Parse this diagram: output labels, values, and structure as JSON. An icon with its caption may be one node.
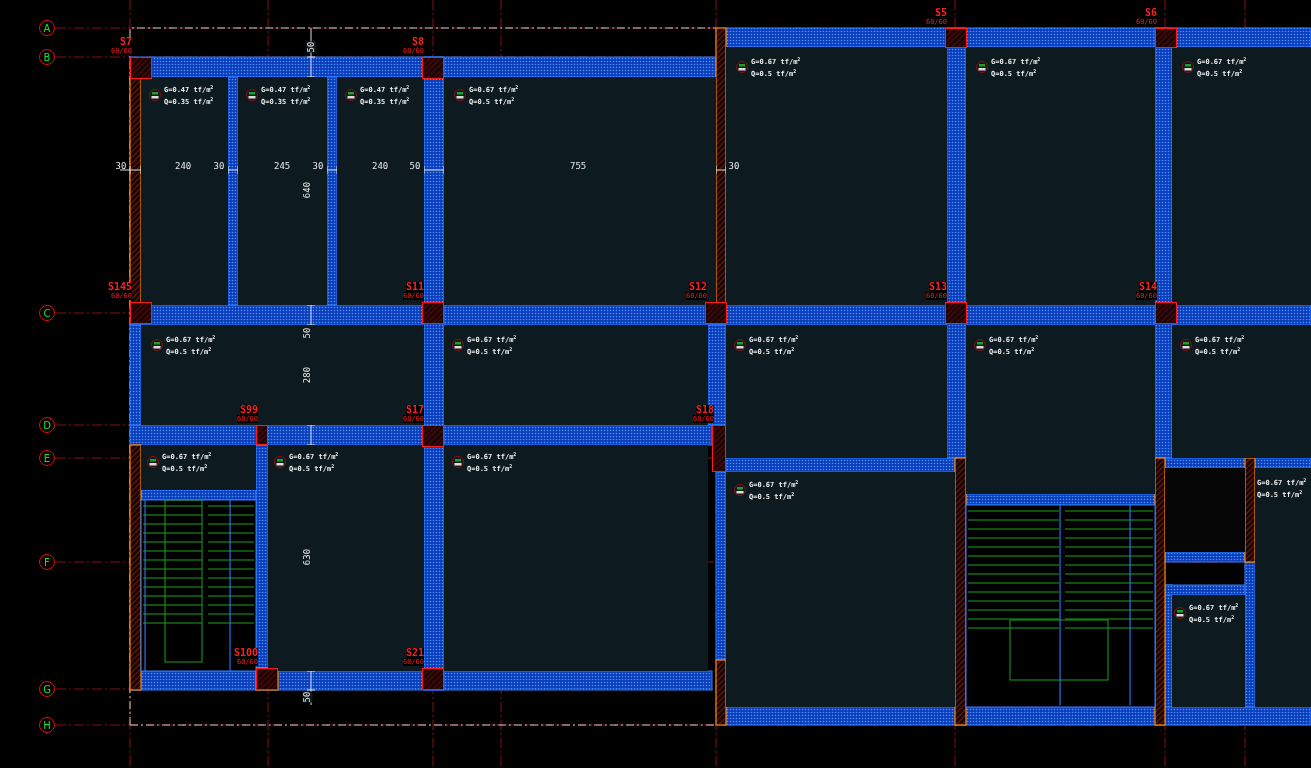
{
  "diagram": {
    "nodes": [
      {
        "text": [
          "A"
        ]
      },
      {
        "text": [
          "B"
        ]
      },
      {
        "text": [
          "C"
        ]
      },
      {
        "text": [
          "D"
        ]
      },
      {
        "text": [
          "E"
        ]
      },
      {
        "text": [
          "F"
        ]
      },
      {
        "text": [
          "G"
        ]
      },
      {
        "text": [
          "H"
        ]
      },
      {
        "text": [],
        "shape": "box",
        "beside": [
          "S5",
          "60/60"
        ]
      },
      {
        "text": [],
        "shape": "box",
        "beside": [
          "S6",
          "60/60"
        ]
      },
      {
        "text": [],
        "shape": "box",
        "beside": [
          "S7",
          "60/60"
        ]
      },
      {
        "text": [],
        "shape": "box",
        "beside": [
          "S8",
          "60/60"
        ]
      },
      {
        "text": [],
        "shape": "box",
        "beside": [
          "S145",
          "60/60"
        ]
      },
      {
        "text": [],
        "shape": "box",
        "beside": [
          "S11",
          "60/60"
        ]
      },
      {
        "text": [],
        "shape": "box",
        "beside": [
          "S12",
          "60/60"
        ]
      },
      {
        "text": [],
        "shape": "box",
        "beside": [
          "S13",
          "60/60"
        ]
      },
      {
        "text": [],
        "shape": "box",
        "beside": [
          "S14",
          "60/60"
        ]
      },
      {
        "text": [],
        "shape": "box",
        "beside": [
          "S99",
          "60/60"
        ]
      },
      {
        "text": [],
        "shape": "box",
        "beside": [
          "S17",
          "60/60"
        ]
      },
      {
        "text": [],
        "shape": "box",
        "beside": [
          "S18",
          "60/60"
        ]
      },
      {
        "text": [],
        "shape": "box",
        "beside": [
          "S100",
          "60/60"
        ]
      },
      {
        "text": [],
        "shape": "box",
        "beside": [
          "S21",
          "60/60"
        ]
      },
      {
        "text": [
          "G=0.67 tf/m$^{2}$",
          "Q=0.5 tf/m$^{2}$"
        ]
      },
      {
        "text": [
          "G=0.67 tf/m$^{2}$",
          "Q=0.5 tf/m$^{2}$"
        ]
      },
      {
        "text": [
          "G=0.67 tf/m$^{2}$",
          "Q=0.5 tf/m$^{2}$"
        ]
      },
      {
        "text": [
          "G=0.47 tf/m$^{2}$",
          "Q=0.35 tf/m$^{2}$"
        ]
      },
      {
        "text": [
          "G=0.47 tf/m$^{2}$",
          "Q=0.35 tf/m$^{2}$"
        ]
      },
      {
        "text": [
          "G=0.47 tf/m$^{2}$",
          "Q=0.35 tf/m$^{2}$"
        ]
      },
      {
        "text": [
          "G=0.67 tf/m$^{2}$",
          "Q=0.5 tf/m$^{2}$"
        ]
      },
      {
        "text": [
          "G=0.67 tf/m$^{2}$",
          "Q=0.5 tf/m$^{2}$"
        ]
      },
      {
        "text": [
          "G=0.67 tf/m$^{2}$",
          "Q=0.5 tf/m$^{2}$"
        ]
      },
      {
        "text": [
          "G=0.67 tf/m$^{2}$",
          "Q=0.5 tf/m$^{2}$"
        ]
      },
      {
        "text": [
          "G=0.67 tf/m$^{2}$",
          "Q=0.5 tf/m$^{2}$"
        ]
      },
      {
        "text": [
          "G=0.67 tf/m$^{2}$",
          "Q=0.5 tf/m$^{2}$"
        ]
      },
      {
        "text": [
          "G=0.67 tf/m$^{2}$",
          "Q=0.5 tf/m$^{2}$"
        ]
      },
      {
        "text": [
          "G=0.67 tf/m$^{2}$",
          "Q=0.5 tf/m$^{2}$"
        ]
      },
      {
        "text": [
          "G=0.67 tf/m$^{2}$",
          "Q=0.5 tf/m$^{2}$"
        ]
      },
      {
        "text": [
          "G=0.67 tf/m$^{2}$",
          "Q=0.5 tf/m$^{2}$"
        ]
      },
      {
        "text": [
          "G=0.67 tf/m$^{2}$",
          "Q=0.5 tf/m$^{2}$"
        ]
      },
      {
        "text": [
          "G=0.67 tf/m$^{2}$",
          "Q=0.5 tf/m$^{2}$"
        ]
      }
    ],
    "labels": [
      "50",
      "30",
      "240",
      "30",
      "245",
      "30",
      "240",
      "50",
      "755",
      "30",
      "640",
      "50",
      "280",
      "630",
      "50"
    ]
  }
}
